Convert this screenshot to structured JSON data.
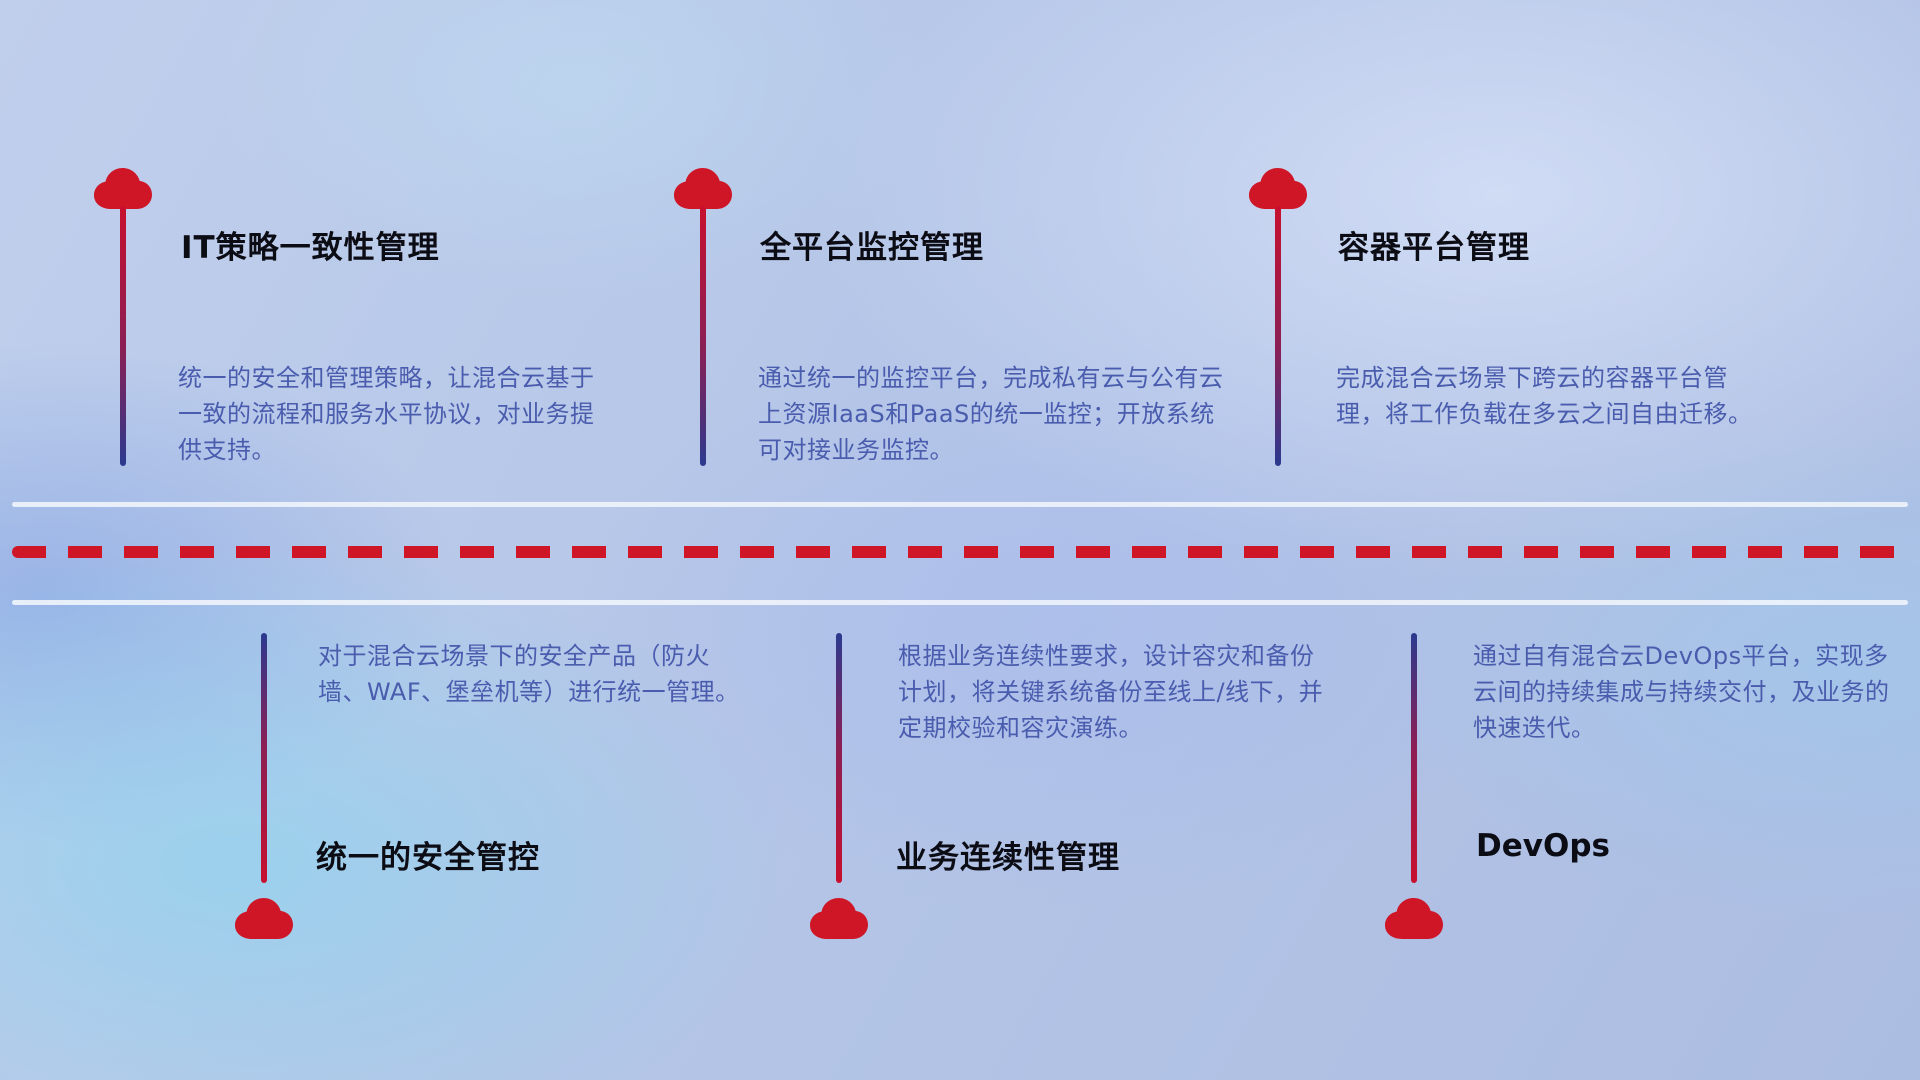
{
  "items": [
    {
      "id": "it-policy",
      "position": "top",
      "title": "IT策略一致性管理",
      "description": "统一的安全和管理策略，让混合云基于一致的流程和服务水平协议，对业务提供支持。"
    },
    {
      "id": "monitoring",
      "position": "top",
      "title": "全平台监控管理",
      "description": "通过统一的监控平台，完成私有云与公有云上资源IaaS和PaaS的统一监控；开放系统可对接业务监控。"
    },
    {
      "id": "container-platform",
      "position": "top",
      "title": "容器平台管理",
      "description": "完成混合云场景下跨云的容器平台管理，将工作负载在多云之间自由迁移。"
    },
    {
      "id": "security-control",
      "position": "bottom",
      "title": "统一的安全管控",
      "description": "对于混合云场景下的安全产品（防火墙、WAF、堡垒机等）进行统一管理。"
    },
    {
      "id": "business-continuity",
      "position": "bottom",
      "title": "业务连续性管理",
      "description": "根据业务连续性要求，设计容灾和备份计划，将关键系统备份至线上/线下，并定期校验和容灾演练。"
    },
    {
      "id": "devops",
      "position": "bottom",
      "title": "DevOps",
      "description": "通过自有混合云DevOps平台，实现多云间的持续集成与持续交付，及业务的快速迭代。"
    }
  ],
  "colors": {
    "accent_red": "#cf1627",
    "accent_blue": "#2b3a8f",
    "description_text": "#4a5cad",
    "title_text": "#0c0c14",
    "timeline_white": "#eef3fb"
  }
}
